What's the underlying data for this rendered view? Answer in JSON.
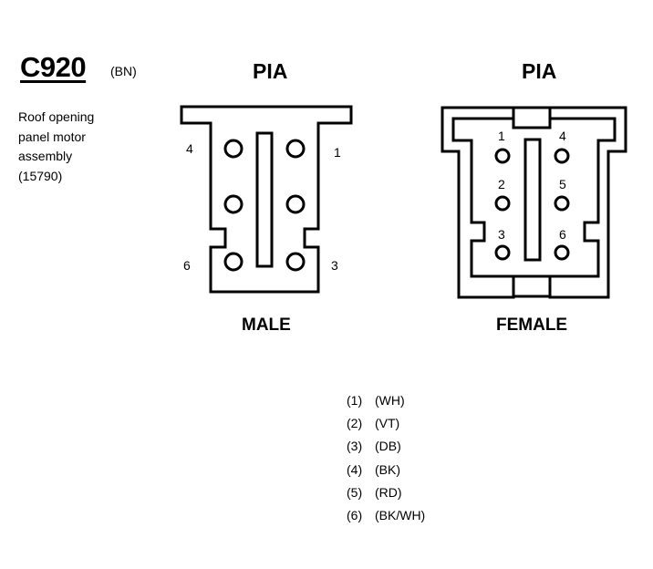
{
  "connector": {
    "id": "C920",
    "color_code": "(BN)",
    "description_lines": [
      "Roof opening",
      "panel motor",
      "assembly",
      "(15790)"
    ]
  },
  "male": {
    "header": "PIA",
    "label": "MALE",
    "pin_labels": {
      "pin4": "4",
      "pin1": "1",
      "pin6": "6",
      "pin3": "3"
    }
  },
  "female": {
    "header": "PIA",
    "label": "FEMALE",
    "pin_labels": {
      "pin1": "1",
      "pin4": "4",
      "pin2": "2",
      "pin5": "5",
      "pin3": "3",
      "pin6": "6"
    }
  },
  "legend": [
    {
      "num": "(1)",
      "color": "(WH)"
    },
    {
      "num": "(2)",
      "color": "(VT)"
    },
    {
      "num": "(3)",
      "color": "(DB)"
    },
    {
      "num": "(4)",
      "color": "(BK)"
    },
    {
      "num": "(5)",
      "color": "(RD)"
    },
    {
      "num": "(6)",
      "color": "(BK/WH)"
    }
  ]
}
